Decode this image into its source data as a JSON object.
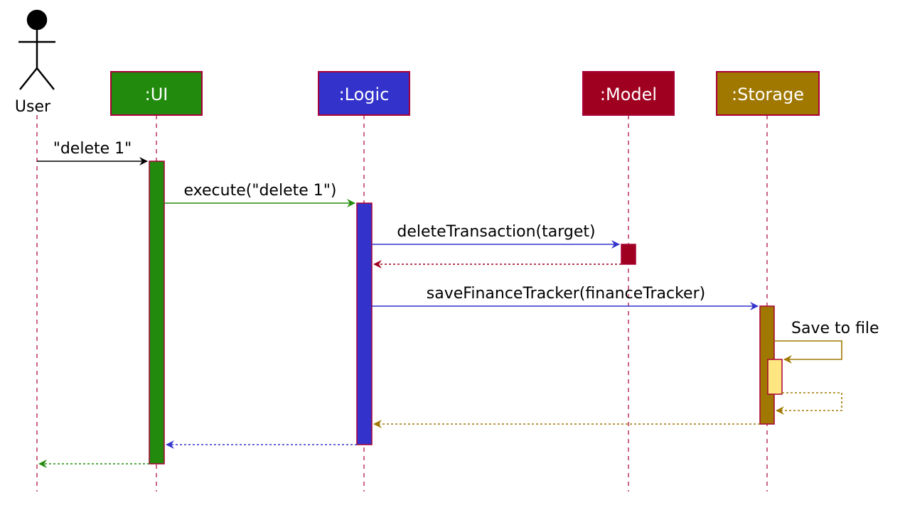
{
  "actor": {
    "label": "User"
  },
  "participants": [
    {
      "id": "ui",
      "label": ":UI",
      "fill": "#228B0E"
    },
    {
      "id": "logic",
      "label": ":Logic",
      "fill": "#3333CC"
    },
    {
      "id": "model",
      "label": ":Model",
      "fill": "#A00020"
    },
    {
      "id": "storage",
      "label": ":Storage",
      "fill": "#A07800"
    }
  ],
  "colors": {
    "border": "#A80036",
    "lifeline": "#A80036",
    "user_arrow": "#000000",
    "ui_arrow": "#228B0E",
    "logic_arrow": "#3333CC",
    "model_arrow": "#A00020",
    "storage_arrow": "#A07800",
    "self_activation": "#FFE680"
  },
  "messages": {
    "user_to_ui": "\"delete 1\"",
    "ui_to_logic": "execute(\"delete 1\")",
    "logic_to_model": "deleteTransaction(target)",
    "logic_to_storage": "saveFinanceTracker(financeTracker)",
    "storage_self": "Save to file"
  }
}
